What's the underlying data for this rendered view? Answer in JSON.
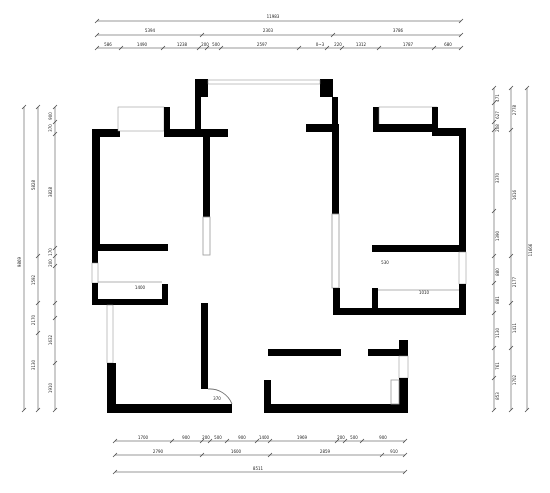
{
  "dimensions": {
    "top_total": "11983",
    "top_mid": [
      "5394",
      "2303",
      "3786"
    ],
    "top_detail": [
      "586",
      "1490",
      "1238",
      "200",
      "500",
      "2597",
      "0~3",
      "220",
      "1312",
      "1787",
      "680"
    ],
    "bottom_detail": [
      "1700",
      "900",
      "200",
      "500",
      "900",
      "1400",
      "1969",
      "200",
      "500",
      "900"
    ],
    "bottom_mid": [
      "2790",
      "1600",
      "2859",
      "910"
    ],
    "bottom_total": "8511",
    "left_total": "9869",
    "left_mid": [
      "5828",
      "1592",
      "2170",
      "3130"
    ],
    "left_detail": [
      "900",
      "370",
      "3828",
      "170",
      "200",
      "1632",
      "1910"
    ],
    "right_total": "11666",
    "right_mid": [
      "2778",
      "1616",
      "2177",
      "1411",
      "1702"
    ],
    "right_detail": [
      "471",
      "627",
      "208",
      "3370",
      "1390",
      "880",
      "881",
      "1130",
      "761",
      "853"
    ]
  },
  "room_labels": [
    "1400",
    "530",
    "1010",
    "370"
  ]
}
